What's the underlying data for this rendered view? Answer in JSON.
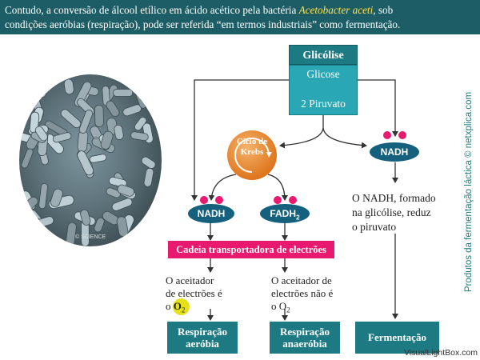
{
  "header": {
    "line1_before": "Contudo, a conversão de álcool etílico em ácido acético pela bactéria ",
    "species": "Acetobacter aceti",
    "line1_after": ", sob",
    "line2": "condições aeróbias (respiração), pode ser referida “em termos industriais” como fermentação."
  },
  "photo": {
    "watermark": "© SCIENCE"
  },
  "side_watermark": "Produtos da fermentação láctica © netxplica.com",
  "glycolysis": {
    "title": "Glicólise",
    "input": "Glicose",
    "output": "2 Piruvato"
  },
  "krebs": {
    "line1": "Ciclo de",
    "line2": "Krebs"
  },
  "nadh_right": "NADH",
  "nadh_left": "NADH",
  "fadh": {
    "base": "FADH",
    "sub": "2"
  },
  "nadh_note": [
    "O NADH, formado",
    "na glicólise, reduz",
    "o piruvato"
  ],
  "chain": "Cadeia transportadora de electrões",
  "aerobic_note": {
    "line1": "O aceitador",
    "line2": "de electrões é",
    "prefix": "o ",
    "o2": "O",
    "o2_sub": "2"
  },
  "anaerobic_note": {
    "line1": "O aceitador de",
    "line2": "electrões não é",
    "prefix": "o O",
    "o2_sub": "2"
  },
  "results": {
    "aerobic": {
      "line1": "Respiração",
      "line2": "aeróbia"
    },
    "anaerobic": {
      "line1": "Respiração",
      "line2": "anaeróbia"
    },
    "fermentation": "Fermentação"
  },
  "footer_watermark": "VisualLightBox.com",
  "colors": {
    "header_bg": "#1d5e66",
    "teal_dark": "#1d7a82",
    "teal_light": "#2aa7b4",
    "navy_oval": "#15607d",
    "magenta": "#e8196e",
    "orange": "#e07b23",
    "yellow": "#e5e21a"
  }
}
